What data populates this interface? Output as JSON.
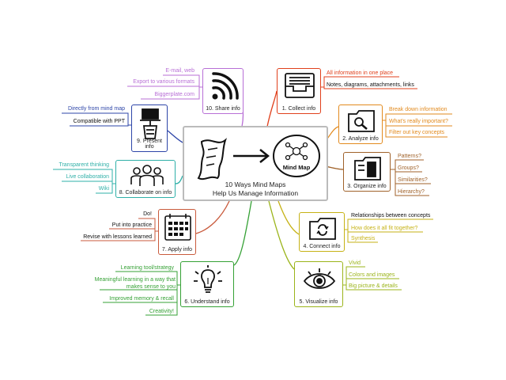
{
  "center": {
    "title_line1": "10 Ways Mind Maps",
    "title_line2": "Help Us Manage Information",
    "badge": "Mind Map"
  },
  "branches": [
    {
      "title": "1. Collect info",
      "color": "#e0401c",
      "items": [
        "All information in one place",
        "Notes, diagrams, attachments, links"
      ]
    },
    {
      "title": "2. Analyze info",
      "color": "#e28a1e",
      "items": [
        "Break down information",
        "What's really important?",
        "Filter out key concepts"
      ]
    },
    {
      "title": "3. Organize info",
      "color": "#a0622a",
      "items": [
        "Patterns?",
        "Groups?",
        "Similarities?",
        "Hierarchy?"
      ]
    },
    {
      "title": "4. Connect info",
      "color": "#c6b215",
      "items": [
        "Relationships between concepts",
        "How does it all fit together?",
        "Synthesis"
      ]
    },
    {
      "title": "5. Visualize info",
      "color": "#9bb41a",
      "items": [
        "Vivid",
        "Colors and images",
        "Big picture & details"
      ]
    },
    {
      "title": "6. Understand info",
      "color": "#35a135",
      "items": [
        "Learning tool/strategy",
        "Meaningful learning in a way that makes sense to you",
        "Improved memory & recall",
        "Creativity!"
      ]
    },
    {
      "title": "7. Apply info",
      "color": "#c95a3c",
      "items": [
        "Do!",
        "Put into practice",
        "Revise with lessons learned"
      ]
    },
    {
      "title": "8. Collaborate on info",
      "color": "#2fb0a8",
      "items": [
        "Transparent thinking",
        "Live collaboration",
        "Wiki"
      ]
    },
    {
      "title": "9. Present info",
      "color": "#2d45a8",
      "items": [
        "Directly from mind map",
        "Compatible with PPT"
      ]
    },
    {
      "title": "10. Share info",
      "color": "#b86fd6",
      "items": [
        "E-mail, web",
        "Export to various formats",
        "Biggerplate.com"
      ]
    }
  ],
  "icons": {
    "collect": "inbox-tray-icon",
    "analyze": "folder-magnifier-icon",
    "organize": "folder-documents-icon",
    "connect": "folder-cycle-icon",
    "visualize": "eye-icon",
    "understand": "lightbulb-icon",
    "apply": "calendar-icon",
    "collaborate": "people-group-icon",
    "present": "presentation-podium-icon",
    "share": "rss-feed-icon"
  }
}
